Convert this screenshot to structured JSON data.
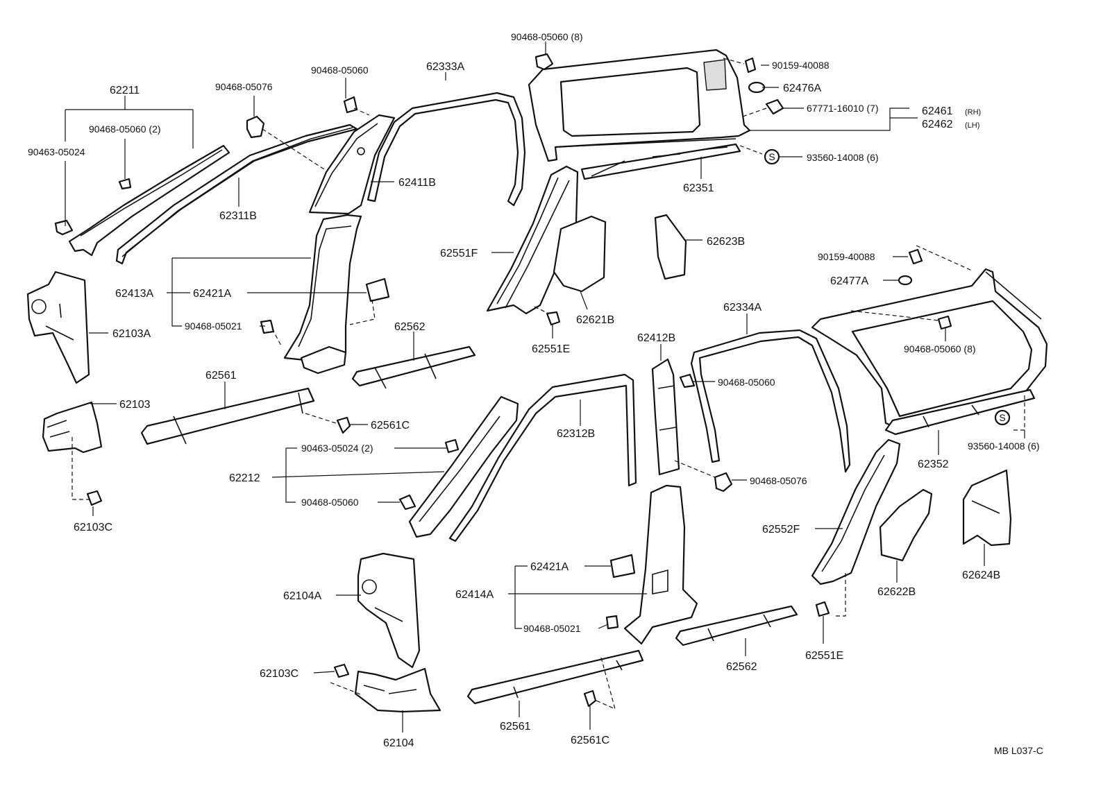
{
  "labels": {
    "p62211": "62211",
    "p90468_05060_2": "90468-05060 (2)",
    "p90463_05024": "90463-05024",
    "p90468_05076_top": "90468-05076",
    "p90468_05060_a": "90468-05060",
    "p62333A": "62333A",
    "p90468_05060_8_top": "90468-05060 (8)",
    "p90159_40088_top": "90159-40088",
    "p62476A": "62476A",
    "p67771_16010": "67771-16010 (7)",
    "p62461": "62461",
    "p62461_side": "(RH)",
    "p62462": "62462",
    "p62462_side": "(LH)",
    "s_mark_top": "S",
    "p93560_14008_top": "93560-14008 (6)",
    "p62351": "62351",
    "p62411B": "62411B",
    "p62311B": "62311B",
    "p62623B": "62623B",
    "p62551F": "62551F",
    "p62413A": "62413A",
    "p62421A_top": "62421A",
    "p90468_05021_top": "90468-05021",
    "p62103A": "62103A",
    "p62621B": "62621B",
    "p62551E_top": "62551E",
    "p62562_top": "62562",
    "p62561_top": "62561",
    "p62103": "62103",
    "p62561C_top": "62561C",
    "p90159_40088_right": "90159-40088",
    "p62477A": "62477A",
    "p62334A": "62334A",
    "p62412B": "62412B",
    "p90468_05060_b": "90468-05060",
    "p90468_05060_8_right": "90468-05060 (8)",
    "p62312B": "62312B",
    "p90463_05024_2": "90463-05024 (2)",
    "p62212": "62212",
    "p90468_05060_c": "90468-05060",
    "p62103C_left": "62103C",
    "p90468_05076_mid": "90468-05076",
    "s_mark_right": "S",
    "p93560_14008_right": "93560-14008 (6)",
    "p62352": "62352",
    "p62552F": "62552F",
    "p62421A_bot": "62421A",
    "p62414A": "62414A",
    "p90468_05021_bot": "90468-05021",
    "p62104A": "62104A",
    "p62622B": "62622B",
    "p62624B": "62624B",
    "p62551E_bot": "62551E",
    "p62562_bot": "62562",
    "p62103C_bot": "62103C",
    "p62104": "62104",
    "p62561_bot": "62561",
    "p62561C_bot": "62561C",
    "code": "MB  L037-C"
  }
}
